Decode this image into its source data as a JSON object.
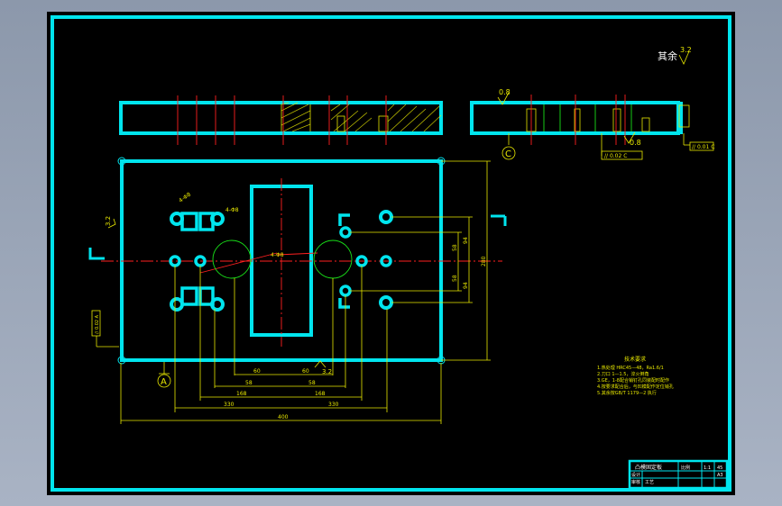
{
  "drawing": {
    "roughness_note": "其余",
    "roughness_value": "3.2",
    "top_roughness_value": "0.8",
    "right_roughness_value": "0.8",
    "left_roughness_value": "3.2",
    "bottom_roughness_value": "3.2",
    "datum_c": "C",
    "datum_a": "A",
    "parallel_right_box": "// 0.01 C",
    "parallel_bottom_box": "// 0.02 C",
    "left_tol_box": "// 0.02 A",
    "dim_vertical_total": "280",
    "dims_horizontal": [
      "60",
      "60",
      "58",
      "58",
      "168",
      "168",
      "330",
      "330",
      "400"
    ],
    "dims_right_vertical": [
      "94",
      "58",
      "58",
      "94"
    ],
    "dim_angle_labels": [
      "4-Φ8",
      "4-Φ8",
      "4-Φ8"
    ],
    "tech_title": "技术要求",
    "tech_notes": [
      "1.热处理 HRC45—48，Ra1.6/1",
      "2.刀口 1—1.5，淬火倒角",
      "3.GE，1-8配合销钉孔同装配时配作",
      "4.按要求配合后，与凹模配作定位销孔",
      "5.其余按GB/T 1179—2 执行"
    ],
    "title_block": {
      "name": "凸模固定板",
      "scale_label": "比例",
      "scale": "1:1",
      "material": "45",
      "sheet": "A3",
      "row_labels": [
        "设计",
        "审核",
        "工艺"
      ]
    }
  }
}
